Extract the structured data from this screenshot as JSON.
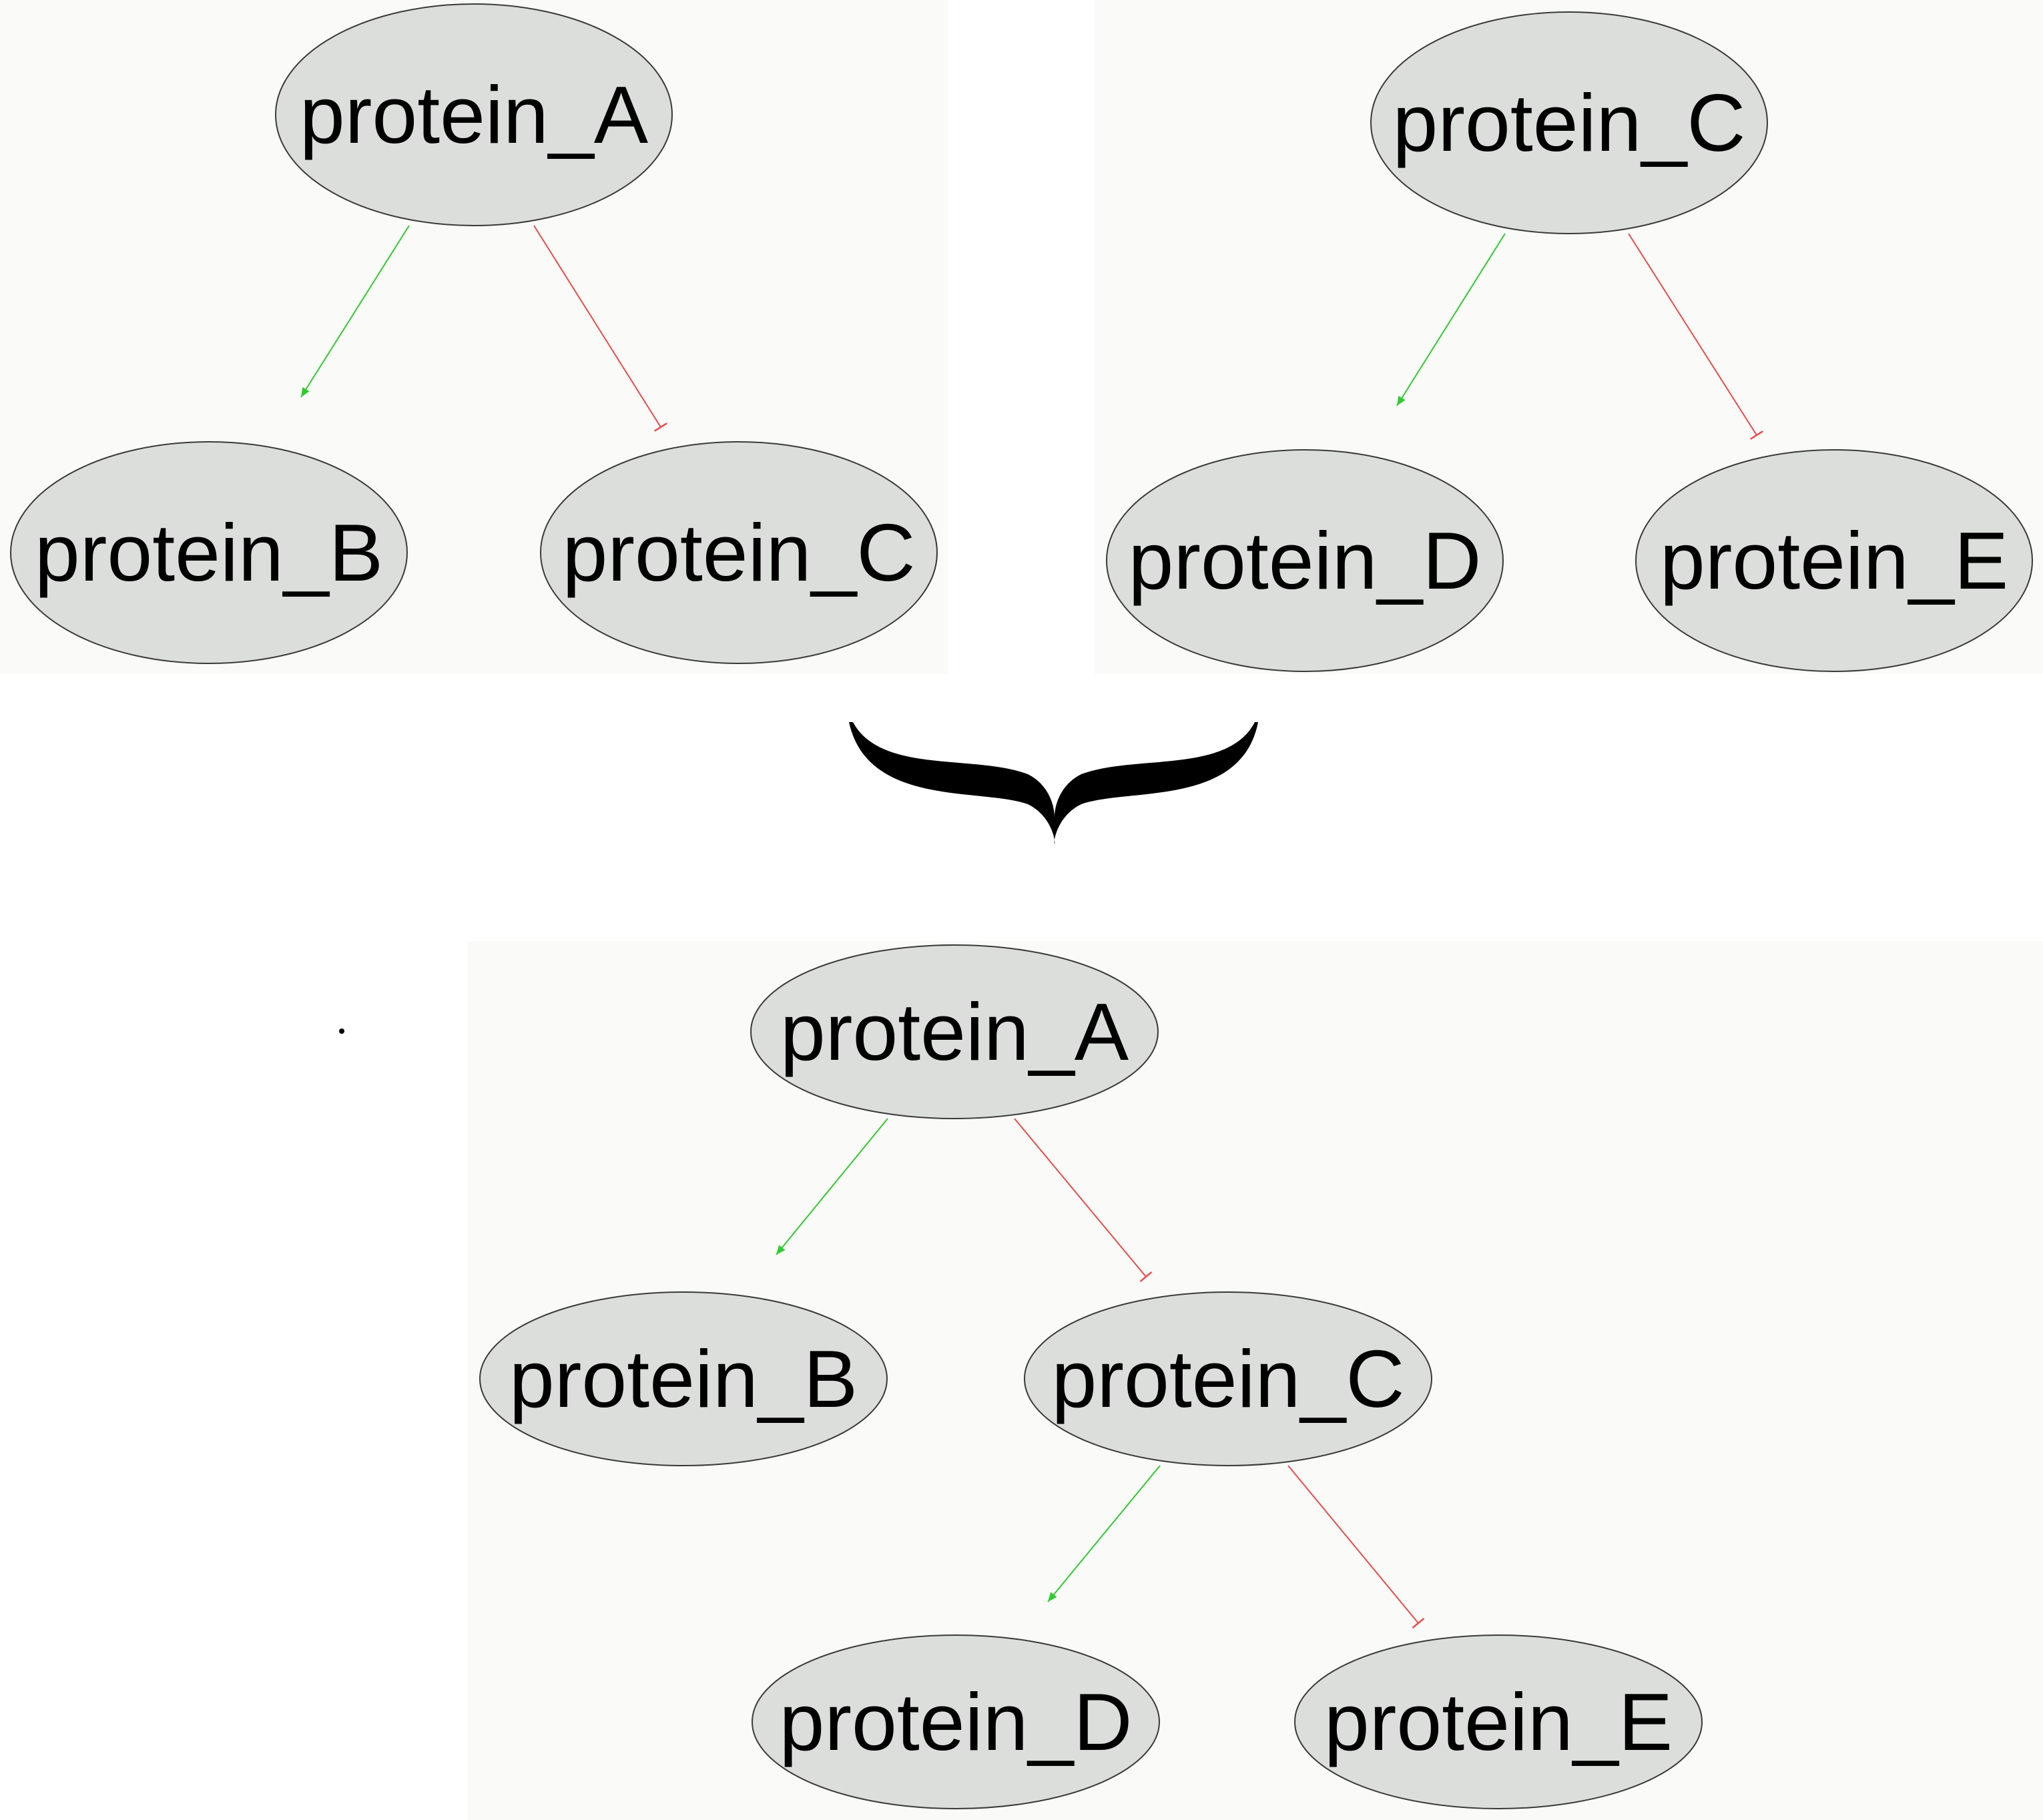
{
  "colors": {
    "activation": "#2ecc2e",
    "inhibition": "#ee4a4a",
    "node_fill": "#dcdedc",
    "node_stroke": "#3a3a3a",
    "brace": "#000000"
  },
  "graphs": {
    "input_left": {
      "nodes": [
        {
          "id": "a",
          "label": "protein_A"
        },
        {
          "id": "b",
          "label": "protein_B"
        },
        {
          "id": "c",
          "label": "protein_C"
        }
      ],
      "edges": [
        {
          "from": "a",
          "to": "b",
          "type": "activation"
        },
        {
          "from": "a",
          "to": "c",
          "type": "inhibition"
        }
      ]
    },
    "input_right": {
      "nodes": [
        {
          "id": "c",
          "label": "protein_C"
        },
        {
          "id": "d",
          "label": "protein_D"
        },
        {
          "id": "e",
          "label": "protein_E"
        }
      ],
      "edges": [
        {
          "from": "c",
          "to": "d",
          "type": "activation"
        },
        {
          "from": "c",
          "to": "e",
          "type": "inhibition"
        }
      ]
    },
    "merged": {
      "nodes": [
        {
          "id": "a",
          "label": "protein_A"
        },
        {
          "id": "b",
          "label": "protein_B"
        },
        {
          "id": "c",
          "label": "protein_C"
        },
        {
          "id": "d",
          "label": "protein_D"
        },
        {
          "id": "e",
          "label": "protein_E"
        }
      ],
      "edges": [
        {
          "from": "a",
          "to": "b",
          "type": "activation"
        },
        {
          "from": "a",
          "to": "c",
          "type": "inhibition"
        },
        {
          "from": "c",
          "to": "d",
          "type": "activation"
        },
        {
          "from": "c",
          "to": "e",
          "type": "inhibition"
        }
      ]
    }
  }
}
